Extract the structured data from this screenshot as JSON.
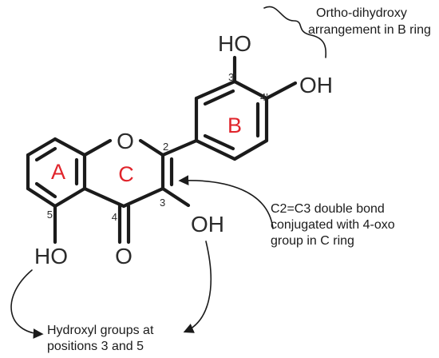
{
  "atoms": {
    "ring_oxygen": "O",
    "carbonyl_oxygen": "O",
    "oh_3prime": "HO",
    "oh_4prime": "OH",
    "oh_3": "OH",
    "oh_5": "HO"
  },
  "ring_labels": {
    "a": "A",
    "b": "B",
    "c": "C"
  },
  "position_numbers": {
    "p2": "2",
    "p3": "3",
    "p4": "4",
    "p5": "5",
    "p3prime": "3'",
    "p4prime": "4'"
  },
  "annotations": {
    "b_ring": {
      "line1": "Ortho-dihydroxy",
      "line2": "arrangement in B ring"
    },
    "c_ring": {
      "line1": "C2=C3 double bond",
      "line2": "conjugated with 4-oxo",
      "line3": "group in C ring"
    },
    "hydroxyl": {
      "line1": "Hydroxyl groups at",
      "line2": "positions 3 and 5"
    }
  },
  "colors": {
    "bond": "#1b1b1b",
    "atom_text": "#2b2b2b",
    "ring_label": "#e0242b"
  }
}
